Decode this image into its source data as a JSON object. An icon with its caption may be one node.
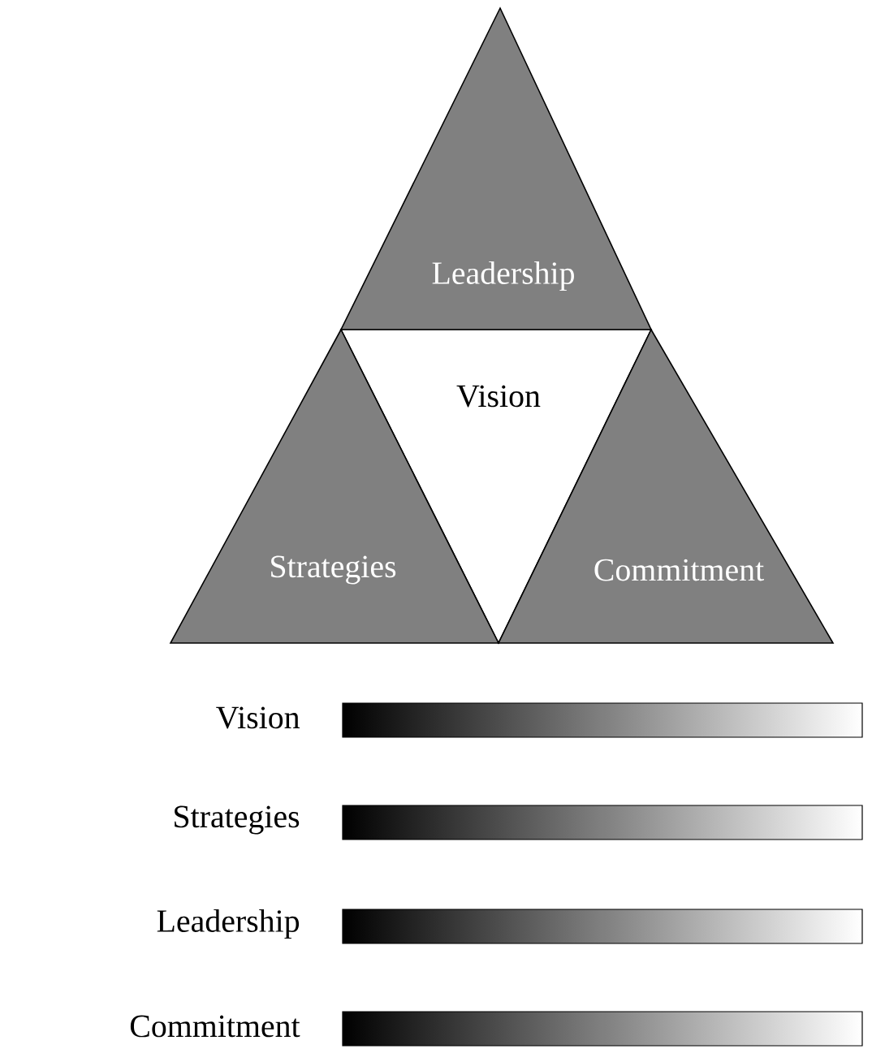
{
  "diagram": {
    "nodes": [
      {
        "text": [
          "Leadership"
        ]
      },
      {
        "text": [
          "Vision"
        ]
      },
      {
        "text": [
          "Strategies"
        ]
      },
      {
        "text": [
          "Commitment"
        ]
      }
    ],
    "edges": [],
    "labels": [
      "Vision",
      "Strategies",
      "Leadership",
      "Commitment"
    ]
  }
}
